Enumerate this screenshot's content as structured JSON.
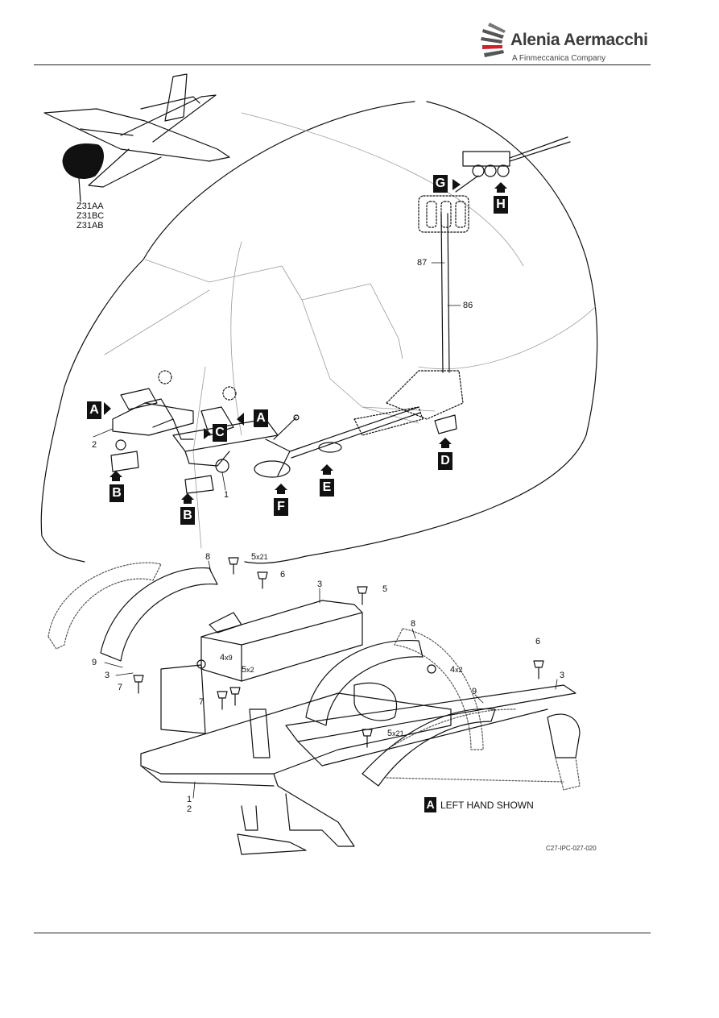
{
  "header": {
    "brand": "Alenia Aermacchi",
    "subtitle": "A Finmeccanica Company"
  },
  "figure": {
    "zones": [
      "Z31AA",
      "Z31BC",
      "Z31AB"
    ],
    "view_letters": {
      "a1": "A",
      "a2": "A",
      "b1": "B",
      "b2": "B",
      "c": "C",
      "d": "D",
      "e": "E",
      "f": "F",
      "g": "G",
      "h": "H"
    },
    "upper_callouts": {
      "c87": "87",
      "c86": "86",
      "c2": "2",
      "c1": "1"
    },
    "detail_callouts": {
      "c8a": "8",
      "c5a": "5",
      "c5a_qty": "x21",
      "c6a": "6",
      "c3a": "3",
      "c5b": "5",
      "c8b": "8",
      "c9a": "9",
      "c3b": "3",
      "c4a": "4",
      "c4a_qty": "x9",
      "c7a": "7",
      "c5c": "5",
      "c5c_qty": "x2",
      "c7b": "7",
      "c6b": "6",
      "c4b": "4",
      "c4b_qty": "x2",
      "c3c": "3",
      "c9b": "9",
      "c5d": "5",
      "c5d_qty": "x21",
      "c1b": "1",
      "c2b": "2"
    },
    "legend_letter": "A",
    "legend_text": "LEFT HAND SHOWN",
    "reference": "C27-IPC-027-020"
  },
  "colors": {
    "ink": "#111111",
    "light_line": "#9a9a9a",
    "logo_red": "#d0202a"
  },
  "icons": [
    "logo-mark-icon",
    "arrow-icon"
  ]
}
